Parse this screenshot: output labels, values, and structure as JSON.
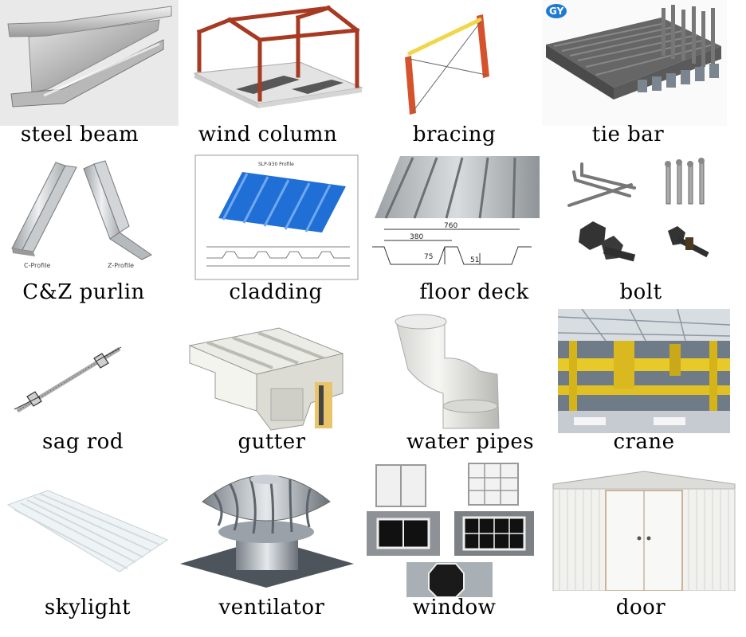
{
  "logo": {
    "text": "GY"
  },
  "items": [
    {
      "label": "steel beam"
    },
    {
      "label": "wind column"
    },
    {
      "label": "bracing"
    },
    {
      "label": "tie bar"
    },
    {
      "label": "C&Z purlin"
    },
    {
      "label": "cladding"
    },
    {
      "label": "floor deck"
    },
    {
      "label": "bolt"
    },
    {
      "label": "sag rod"
    },
    {
      "label": "gutter"
    },
    {
      "label": "water pipes"
    },
    {
      "label": "crane"
    },
    {
      "label": "skylight"
    },
    {
      "label": "ventilator"
    },
    {
      "label": "window"
    },
    {
      "label": "door"
    }
  ],
  "purlin": {
    "c_profile": "C-Profile",
    "z_profile": "Z-Profile"
  },
  "cladding": {
    "profile_title": "SLP-930 Profile"
  },
  "floor_deck": {
    "dim_total": "760",
    "dim_half": "380",
    "dim_height": "75",
    "dim_rib": "51"
  }
}
